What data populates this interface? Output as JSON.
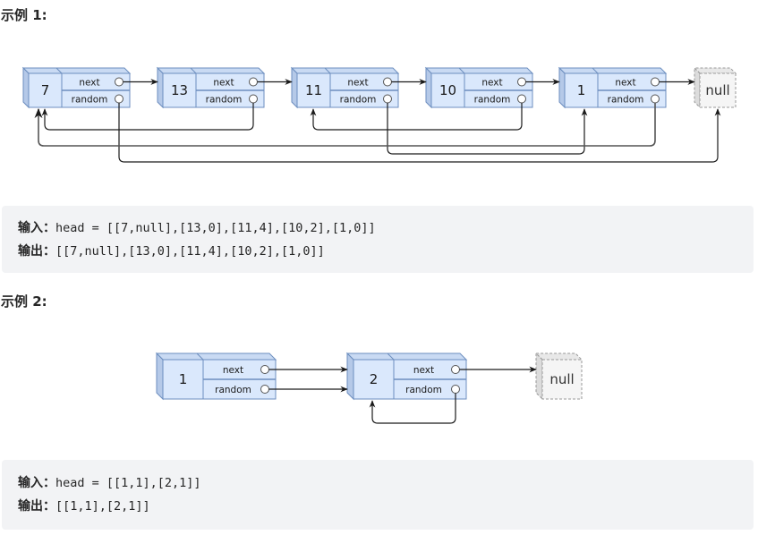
{
  "examples": [
    {
      "heading": "示例 1:",
      "nodes": [
        {
          "val": "7",
          "random_index": null
        },
        {
          "val": "13",
          "random_index": 0
        },
        {
          "val": "11",
          "random_index": 4
        },
        {
          "val": "10",
          "random_index": 2
        },
        {
          "val": "1",
          "random_index": 0
        }
      ],
      "null_label": "null",
      "input_label": "输入：",
      "input_value": "head = [[7,null],[13,0],[11,4],[10,2],[1,0]]",
      "output_label": "输出：",
      "output_value": "[[7,null],[13,0],[11,4],[10,2],[1,0]]"
    },
    {
      "heading": "示例 2:",
      "nodes": [
        {
          "val": "1",
          "random_index": 1
        },
        {
          "val": "2",
          "random_index": 1
        }
      ],
      "null_label": "null",
      "input_label": "输入：",
      "input_value": "head = [[1,1],[2,1]]",
      "output_label": "输出：",
      "output_value": "[[1,1],[2,1]]"
    }
  ],
  "field_labels": {
    "next": "next",
    "random": "random"
  },
  "colors": {
    "node_fill": "#dae8fc",
    "node_stroke": "#6c8ebf",
    "null_fill": "#f5f5f5",
    "null_stroke": "#999999",
    "arrow": "#1a1a1a"
  }
}
